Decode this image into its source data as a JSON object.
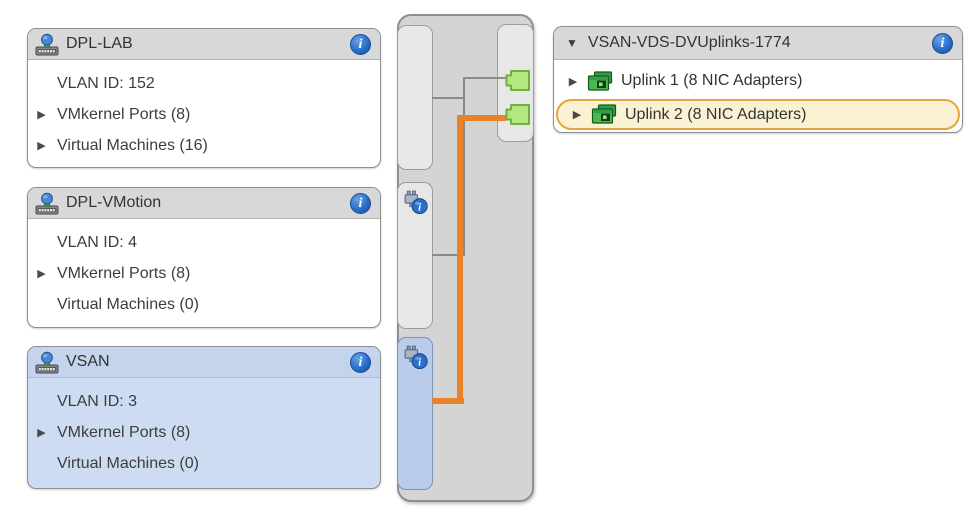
{
  "colors": {
    "selection_orange": "#e8832a",
    "connection_gray": "#8a8a8a",
    "selected_card_blue": "#cddcf2",
    "selected_row_yellow_bg": "#fbf2d4",
    "selected_row_yellow_border": "#e7a33c",
    "port_green": "#b4e77f",
    "header_gray": "#d8d8d8",
    "info_blue": "#2a6fc8"
  },
  "info_glyph": "i",
  "port_groups": [
    {
      "title": "DPL-LAB",
      "selected": false,
      "rows": [
        {
          "arrow": "",
          "text": "VLAN ID: 152"
        },
        {
          "arrow": "▶",
          "text": "VMkernel Ports (8)"
        },
        {
          "arrow": "▶",
          "text": "Virtual Machines (16)"
        }
      ]
    },
    {
      "title": "DPL-VMotion",
      "selected": false,
      "rows": [
        {
          "arrow": "",
          "text": "VLAN ID: 4"
        },
        {
          "arrow": "▶",
          "text": "VMkernel Ports (8)"
        },
        {
          "arrow": "",
          "text": "Virtual Machines (0)"
        }
      ]
    },
    {
      "title": "VSAN",
      "selected": true,
      "rows": [
        {
          "arrow": "",
          "text": "VLAN ID: 3"
        },
        {
          "arrow": "▶",
          "text": "VMkernel Ports (8)"
        },
        {
          "arrow": "",
          "text": "Virtual Machines (0)"
        }
      ]
    }
  ],
  "uplinks_panel": {
    "collapse_arrow": "▼",
    "title": "VSAN-VDS-DVUplinks-1774",
    "uplinks": [
      {
        "arrow": "▶",
        "label": "Uplink 1 (8 NIC Adapters)",
        "selected": false
      },
      {
        "arrow": "▶",
        "label": "Uplink 2 (8 NIC Adapters)",
        "selected": true
      }
    ]
  }
}
